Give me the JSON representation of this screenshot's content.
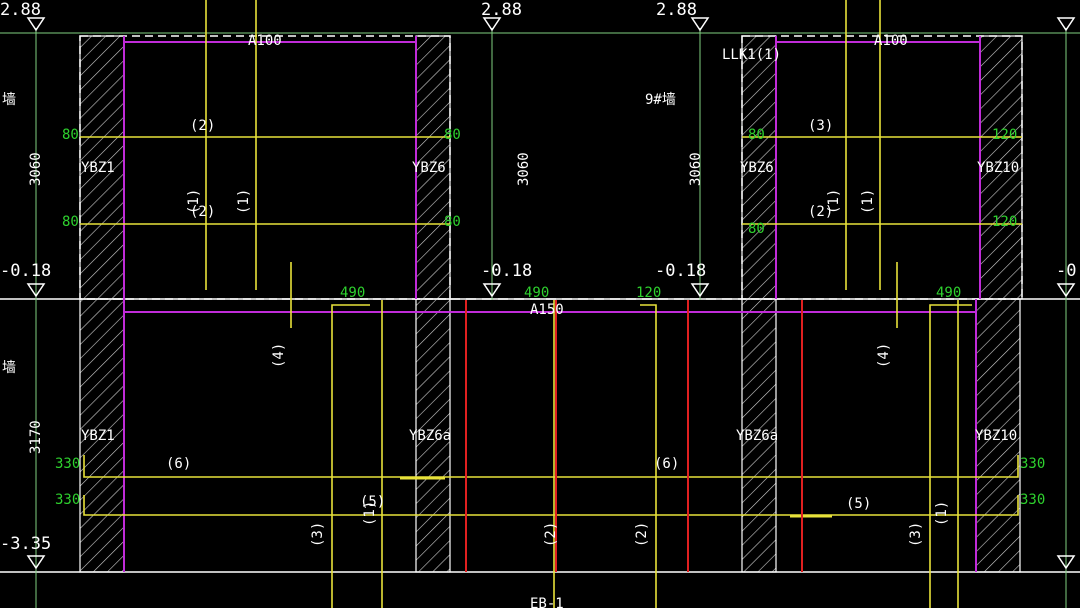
{
  "colors": {
    "background": "#000000",
    "wall_outline": "#ffffff",
    "hatch": "#cfcfcf",
    "magenta": "#c02bd8",
    "rebar_yellow": "#e8e23a",
    "rebar_red": "#e02020",
    "text_green": "#2ed12e",
    "text_white": "#ffffff"
  },
  "levels": {
    "top_left": "2.88",
    "top_mid": "2.88",
    "top_mid2": "2.88",
    "mid_left": "-0.18",
    "mid_a": "-0.18",
    "mid_b": "-0.18",
    "mid_right": "-0",
    "bottom_left": "-3.35"
  },
  "left_wall_labels": {
    "upper": "墙",
    "lower": "墙"
  },
  "beam_labels": {
    "a100_left": "A100",
    "a100_right": "A100",
    "a150": "A150",
    "llk1": "LLK1(1)",
    "wall_9": "9#墙",
    "eb1": "EB-1"
  },
  "dims": {
    "left_3060": "3060",
    "mid_3060_a": "3060",
    "mid_3060_b": "3060",
    "left_3170": "3170"
  },
  "columns": {
    "ybz1_upper": "YBZ1",
    "ybz6_upper": "YBZ6",
    "ybz6_upper_r": "YBZ6",
    "ybz10_upper": "YBZ10",
    "ybz1_lower": "YBZ1",
    "ybz6a_lower": "YBZ6a",
    "ybz6a_lower_r": "YBZ6a",
    "ybz10_lower": "YBZ10"
  },
  "green_values": {
    "g80_1": "80",
    "g80_2": "80",
    "g80_3": "80",
    "g80_4": "80",
    "g80_5": "80",
    "g80_6": "80",
    "g120_1": "120",
    "g120_2": "120",
    "g490_1": "490",
    "g490_2": "490",
    "g490_3": "490",
    "g120_mid": "120",
    "g330_1": "330",
    "g330_2": "330",
    "g330_3": "330",
    "g330_4": "330"
  },
  "rebar_tags": {
    "r2_a": "(2)",
    "r2_b": "(2)",
    "r1_a": "(1)",
    "r1_b": "(1)",
    "r3_a": "(3)",
    "r2_c": "(2)",
    "r1_c": "(1)",
    "r1_d": "(1)",
    "r4_a": "(4)",
    "r4_b": "(4)",
    "r6_a": "(6)",
    "r6_b": "(6)",
    "r5_a": "(5)",
    "r5_b": "(5)",
    "r1_e": "(1)",
    "r1_f": "(1)",
    "r3_b": "(3)",
    "r2_d": "(2)",
    "r2_e": "(2)",
    "r3_c": "(3)"
  }
}
